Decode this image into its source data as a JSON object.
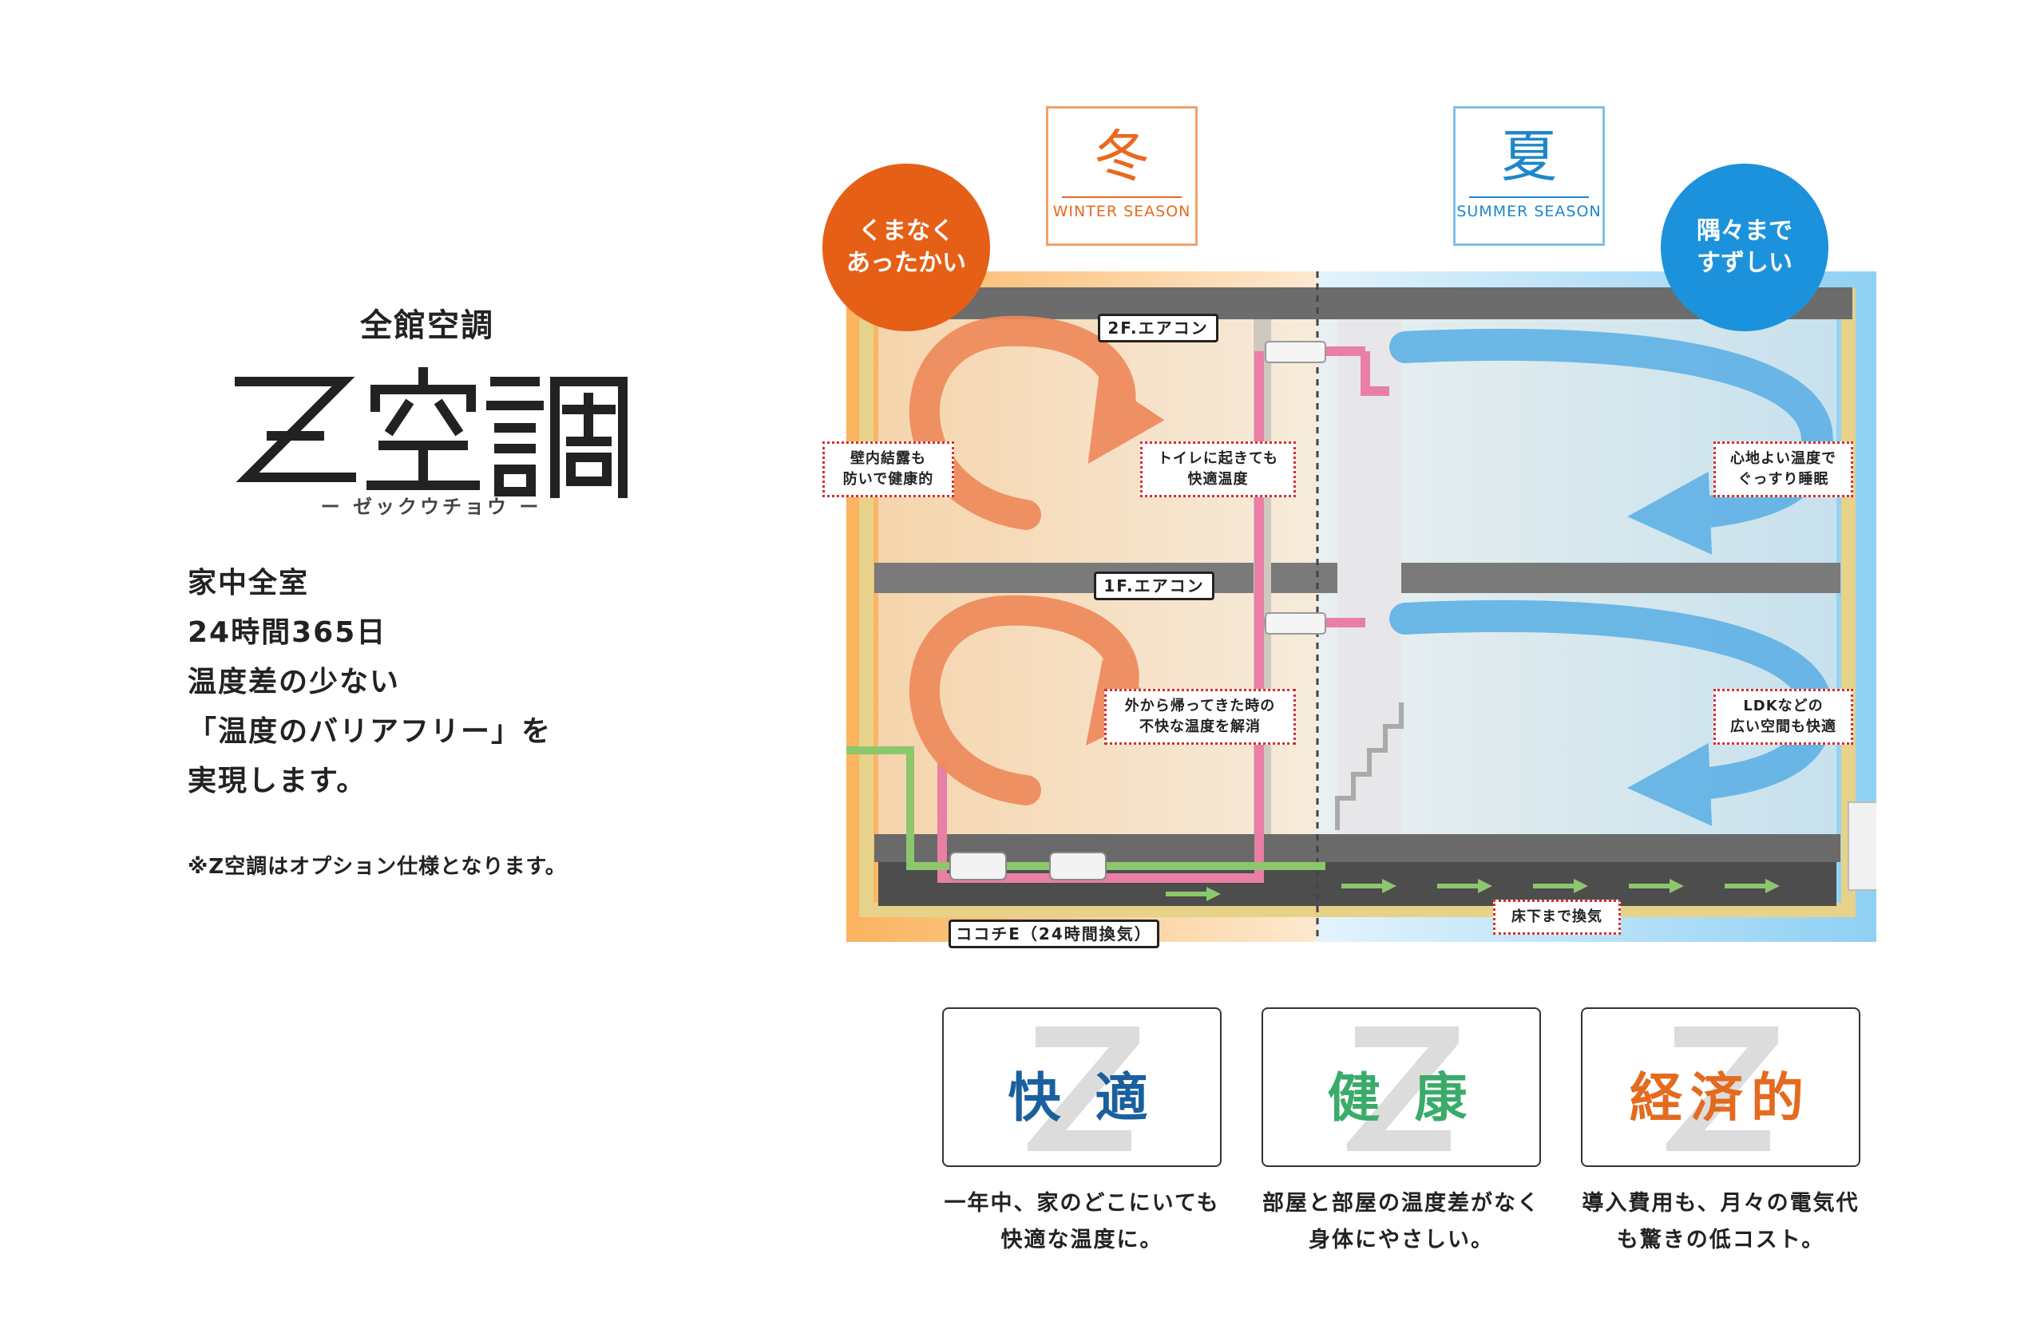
{
  "intro": {
    "subtitle": "全館空調",
    "logo_text": "Z空調",
    "reading": "ー ゼックウチョウ ー",
    "body_lines": [
      "家中全室",
      "24時間365日",
      "温度差の少ない",
      "「温度のバリアフリー」を",
      "実現します。"
    ],
    "note": "※Z空調はオプション仕様となります。"
  },
  "seasons": {
    "winter": {
      "kanji": "冬",
      "label": "WINTER SEASON",
      "bubble_lines": [
        "くまなく",
        "あったかい"
      ],
      "color": "#e65f16"
    },
    "summer": {
      "kanji": "夏",
      "label": "SUMMER SEASON",
      "bubble_lines": [
        "隅々まで",
        "すずしい"
      ],
      "color": "#1d92dc"
    }
  },
  "diagram": {
    "unit_2f": "2F.エアコン",
    "unit_1f": "1F.エアコン",
    "ventilation_unit": "ココチE（24時間換気）",
    "callouts": {
      "wall_condensation": [
        "壁内結露も",
        "防いで健康的"
      ],
      "toilet": [
        "トイレに起きても",
        "快適温度"
      ],
      "sleep": [
        "心地よい温度で",
        "ぐっすり睡眠"
      ],
      "return_home": [
        "外から帰ってきた時の",
        "不快な温度を解消"
      ],
      "ldk": [
        "LDKなどの",
        "広い空間も快適"
      ],
      "underfloor": [
        "床下まで換気"
      ]
    },
    "colors": {
      "warm": "#ef8a5c",
      "cool": "#5fb2e6",
      "duct": "#e97fa4",
      "fresh_air": "#8cc66d"
    }
  },
  "features": [
    {
      "title": "快 適",
      "desc_lines": [
        "一年中、家のどこにいても",
        "快適な温度に。"
      ],
      "color": "#1a5f9e"
    },
    {
      "title": "健 康",
      "desc_lines": [
        "部屋と部屋の温度差がなく",
        "身体にやさしい。"
      ],
      "color": "#3aab69"
    },
    {
      "title": "経済的",
      "desc_lines": [
        "導入費用も、月々の電気代",
        "も驚きの低コスト。"
      ],
      "color": "#e36b1f"
    }
  ]
}
